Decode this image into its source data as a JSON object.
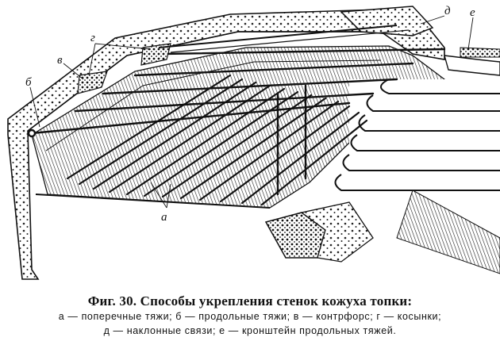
{
  "figure": {
    "labels": {
      "a": "а",
      "b": "б",
      "v": "в",
      "g": "г",
      "d": "д",
      "e": "е"
    }
  },
  "caption": {
    "title": "Фиг. 30. Способы укрепления стенок кожуха топки:",
    "line1": "а — поперечные тяжи; б — продольные тяжи; в — контрфорс; г — косынки;",
    "line2": "д — наклонные связи; е — кронштейн продольных тяжей."
  }
}
